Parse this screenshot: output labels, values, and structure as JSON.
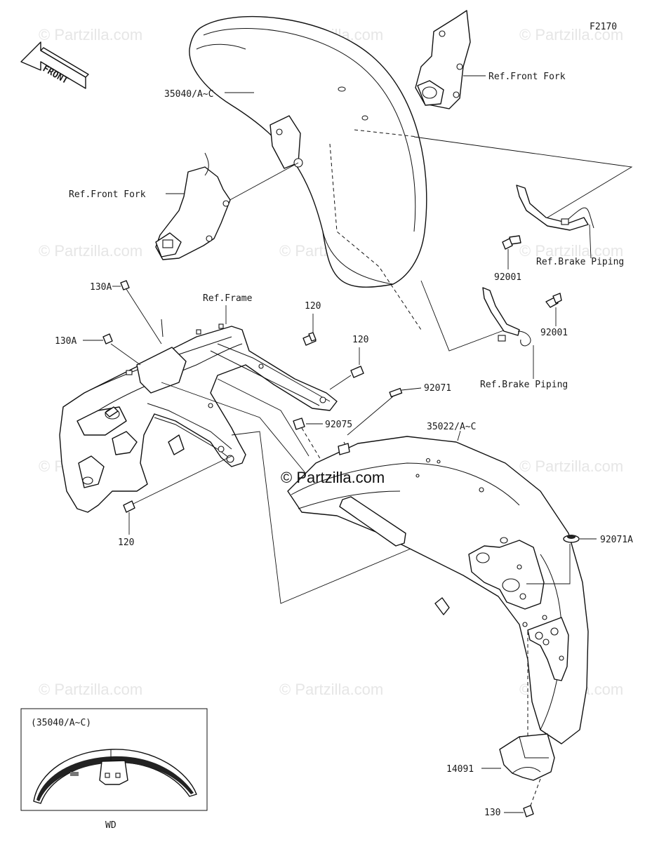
{
  "figure_code": "F2170",
  "watermark": "© Partzilla.com",
  "main_watermark": "© Partzilla.com",
  "front_arrow_label": "FRONT",
  "labels": {
    "front_fender": "35040/A~C",
    "ref_front_fork_top": "Ref.Front Fork",
    "ref_front_fork_left": "Ref.Front Fork",
    "ref_brake_piping_1": "Ref.Brake Piping",
    "bolt_92001_a": "92001",
    "bolt_92001_b": "92001",
    "ref_brake_piping_2": "Ref.Brake Piping",
    "bolt_130a_top": "130A",
    "ref_frame": "Ref.Frame",
    "bolt_120_a": "120",
    "bolt_120_b": "120",
    "bolt_130a_mid": "130A",
    "part_92071": "92071",
    "part_92075": "92075",
    "rear_fender": "35022/A~C",
    "bolt_120_c": "120",
    "part_92071a": "92071A",
    "part_14091": "14091",
    "bolt_130": "130"
  },
  "inset": {
    "title": "(35040/A~C)",
    "caption": "WD"
  }
}
